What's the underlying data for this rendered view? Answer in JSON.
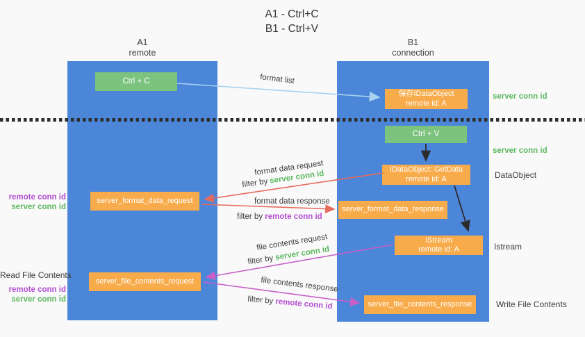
{
  "title": {
    "line1": "A1 - Ctrl+C",
    "line2": "B1 - Ctrl+V"
  },
  "lanes": {
    "a1": {
      "name": "A1",
      "subtitle": "remote"
    },
    "b1": {
      "name": "B1",
      "subtitle": "connection"
    }
  },
  "nodes": {
    "ctrl_c": {
      "label": "Ctrl + C"
    },
    "ctrl_v": {
      "label": "Ctrl + V"
    },
    "save_dataobject": {
      "line1": "保存IDataObject",
      "line2": "remote id: A"
    },
    "getdata": {
      "line1": "IDataObject::GetData",
      "line2": "remote id: A"
    },
    "istream": {
      "line1": "IStream",
      "line2": "remote id: A"
    },
    "format_request": {
      "label": "server_format_data_request"
    },
    "format_response": {
      "label": "server_format_data_response"
    },
    "file_request": {
      "label": "server_file_contents_request"
    },
    "file_response": {
      "label": "server_file_contents_response"
    }
  },
  "arrow_labels": {
    "format_list": "format list",
    "format_data_request": "format data request",
    "format_data_response": "format data response",
    "file_contents_request": "file contents request",
    "file_contents_response": "file contents response",
    "filter_by": "filter by "
  },
  "terms": {
    "server_conn_id": "server conn id",
    "remote_conn_id": "remote conn id"
  },
  "side_labels": {
    "dataobject": "DataObject",
    "istream": "Istream",
    "write_file_contents": "Write File Contents",
    "read_file_contents": "Read File Contents"
  },
  "colors": {
    "lane_blue": "#4c86d8",
    "node_green": "#7cc37d",
    "node_orange": "#f8ab4b",
    "server_conn_green": "#5cb85e",
    "remote_conn_purple": "#b44fd0",
    "arrow_blue": "#a9d2ef",
    "arrow_red": "#e8695c",
    "arrow_magenta": "#c75fc7",
    "arrow_black": "#2b2b2b"
  }
}
